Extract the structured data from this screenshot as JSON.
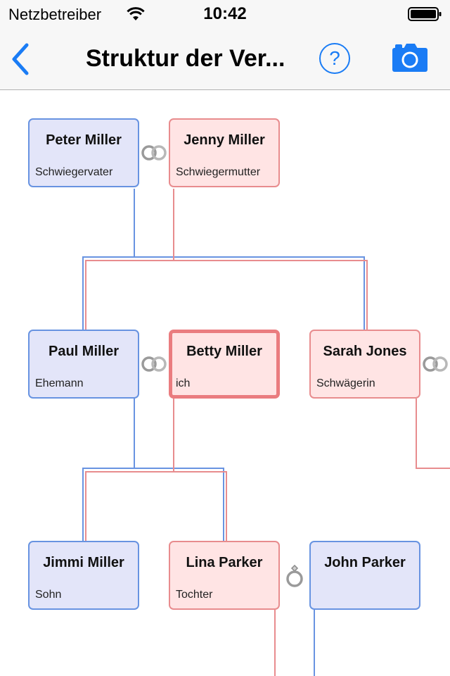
{
  "status_bar": {
    "carrier": "Netzbetreiber",
    "time": "10:42",
    "icons": [
      "wifi-icon",
      "battery-icon"
    ]
  },
  "nav": {
    "title": "Struktur der Ver...",
    "back_icon": "chevron-left-icon",
    "help_label": "?",
    "camera_icon": "camera-icon",
    "accent_color": "#1a7cf5"
  },
  "colors": {
    "male_fill": "#e3e5f9",
    "male_border": "#6893e1",
    "female_fill": "#ffe4e4",
    "female_border": "#e88c8e",
    "selected_border": "#ea7c7f"
  },
  "persons": [
    {
      "name": "Peter Miller",
      "role": "Schwiegervater",
      "gender": "male"
    },
    {
      "name": "Jenny Miller",
      "role": "Schwiegermutter",
      "gender": "female"
    },
    {
      "name": "Paul Miller",
      "role": "Ehemann",
      "gender": "male"
    },
    {
      "name": "Betty Miller",
      "role": "ich",
      "gender": "female",
      "selected": true
    },
    {
      "name": "Sarah Jones",
      "role": "Schwägerin",
      "gender": "female"
    },
    {
      "name": "Jimmi Miller",
      "role": "Sohn",
      "gender": "male"
    },
    {
      "name": "Lina Parker",
      "role": "Tochter",
      "gender": "female"
    },
    {
      "name": "John Parker",
      "role": "",
      "gender": "male"
    }
  ],
  "relationship_icons": [
    "wedding-rings-icon",
    "wedding-rings-icon",
    "wedding-rings-icon",
    "engagement-ring-icon"
  ]
}
